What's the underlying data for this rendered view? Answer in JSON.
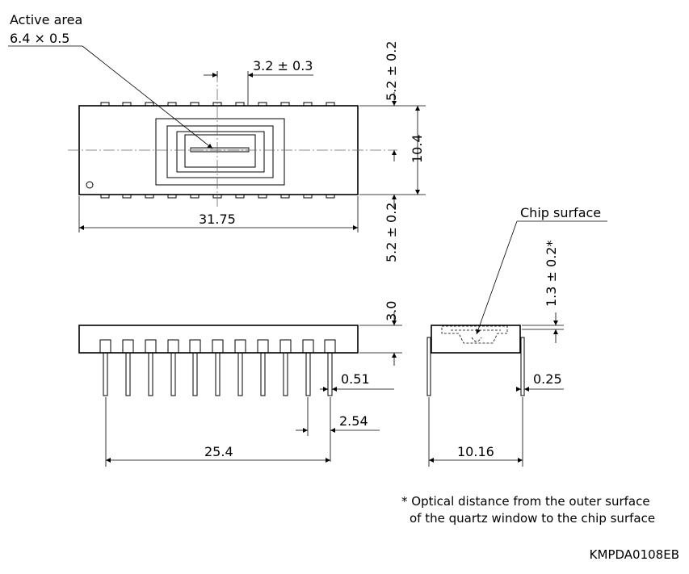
{
  "labels": {
    "active_area_title": "Active area",
    "active_area_size": "6.4 × 0.5",
    "pin_offset": "3.2 ± 0.3",
    "lead_top": "5.2 ± 0.2",
    "lead_bottom": "5.2 ± 0.2",
    "package_width": "10.4",
    "package_length": "31.75",
    "chip_surface": "Chip surface",
    "optical_distance": "1.3 ± 0.2*",
    "package_height": "3.0",
    "lead_width_front": "0.51",
    "lead_pitch": "2.54",
    "pin_span": "25.4",
    "lead_width_side": "0.25",
    "row_spacing": "10.16"
  },
  "footnote": {
    "line1": "* Optical distance from the outer surface",
    "line2": "of the quartz window to the chip surface"
  },
  "drawing_code": "KMPDA0108EB"
}
